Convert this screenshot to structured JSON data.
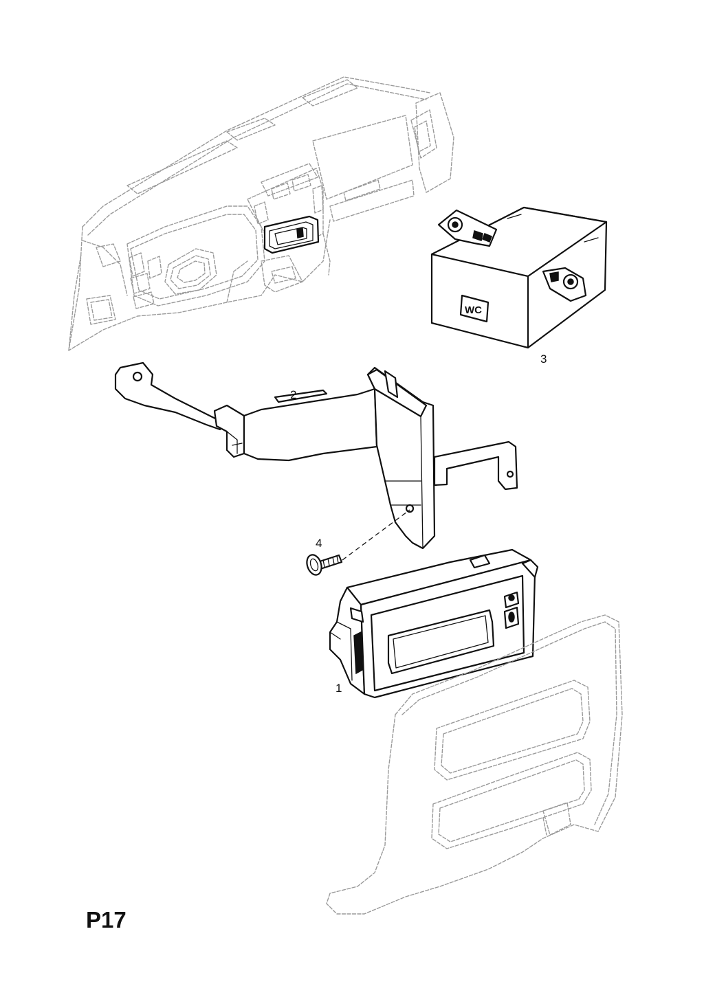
{
  "diagram": {
    "page_code": "P17",
    "callouts": {
      "item1": "1",
      "item2": "2",
      "item3": "3",
      "item4": "4"
    },
    "module_marking": "WC"
  }
}
